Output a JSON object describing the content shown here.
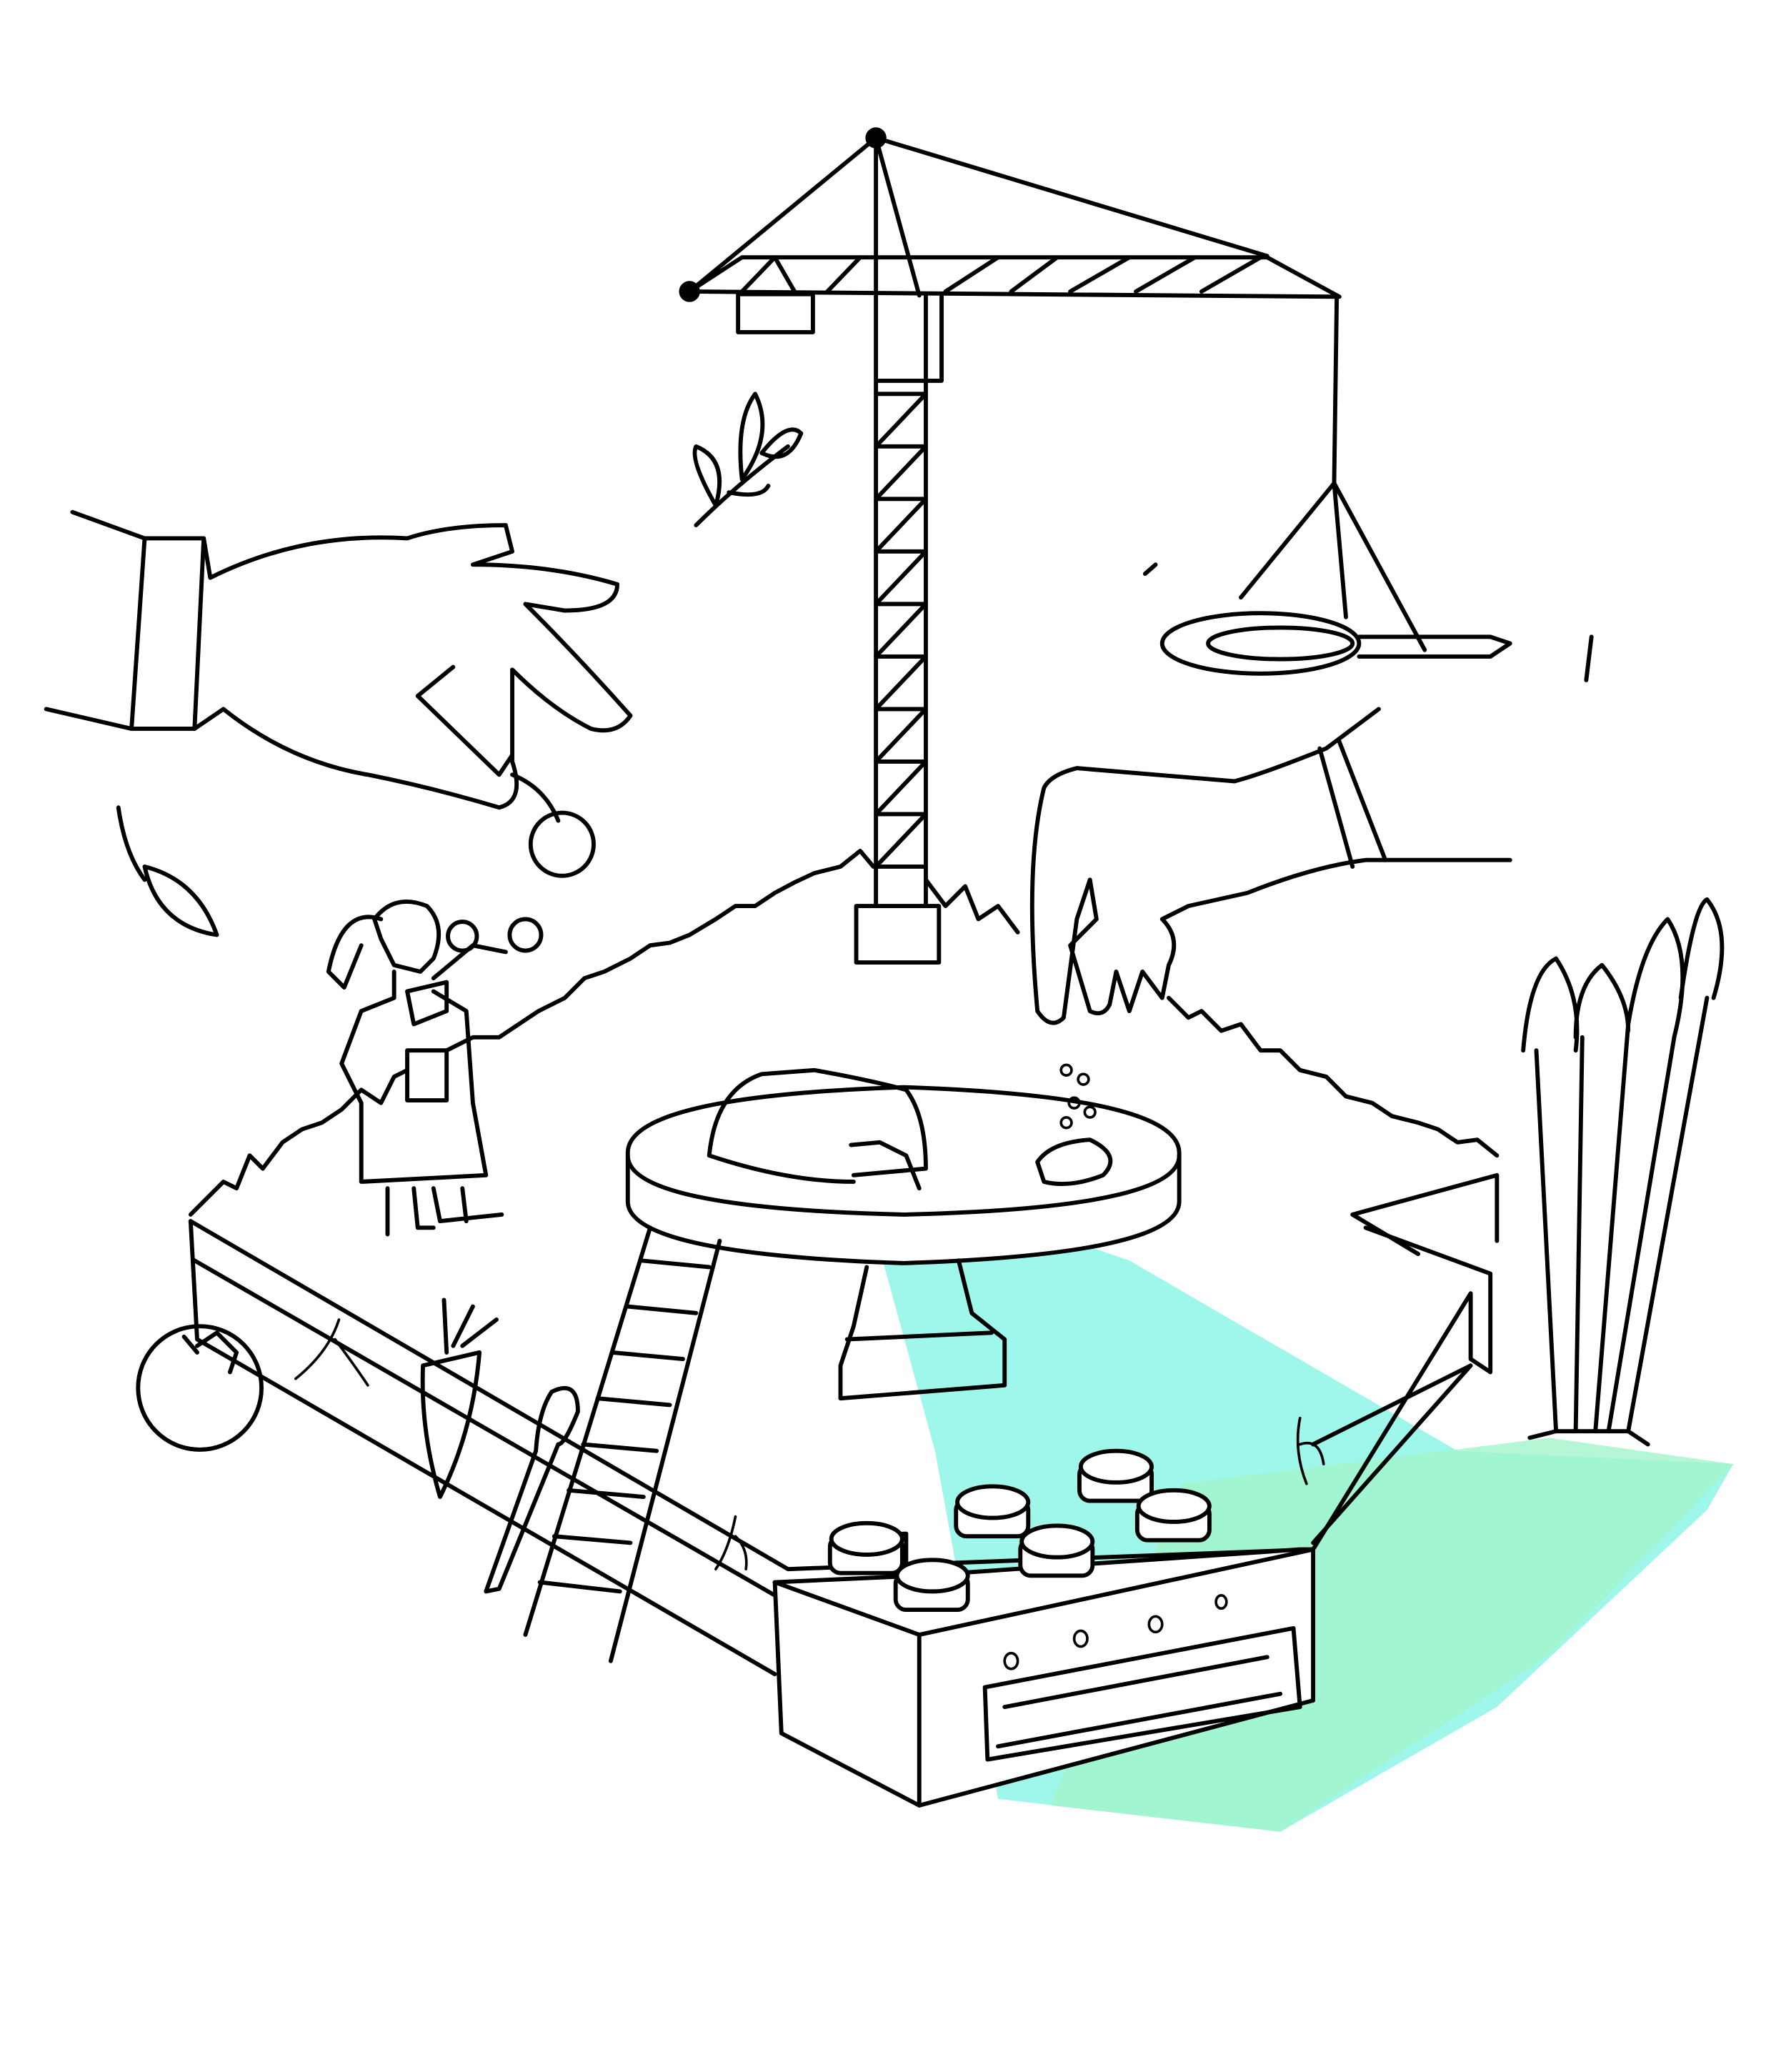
{
  "illustration": {
    "style": "hand-drawn line art",
    "colors": {
      "line": "#000000",
      "background": "#ffffff",
      "light_beam_green": "#9ef5c8",
      "light_beam_cyan": "#9af7ea"
    },
    "elements": [
      "tower-crane",
      "hanging-whisk",
      "left-hand-with-cherry",
      "right-hand-sprinkling",
      "girl-with-binoculars",
      "grass-platform",
      "table-with-dough",
      "ladder",
      "carrot",
      "tomato",
      "wooden-spoon",
      "brick-oven",
      "asparagus",
      "leaves",
      "light-beam"
    ]
  }
}
